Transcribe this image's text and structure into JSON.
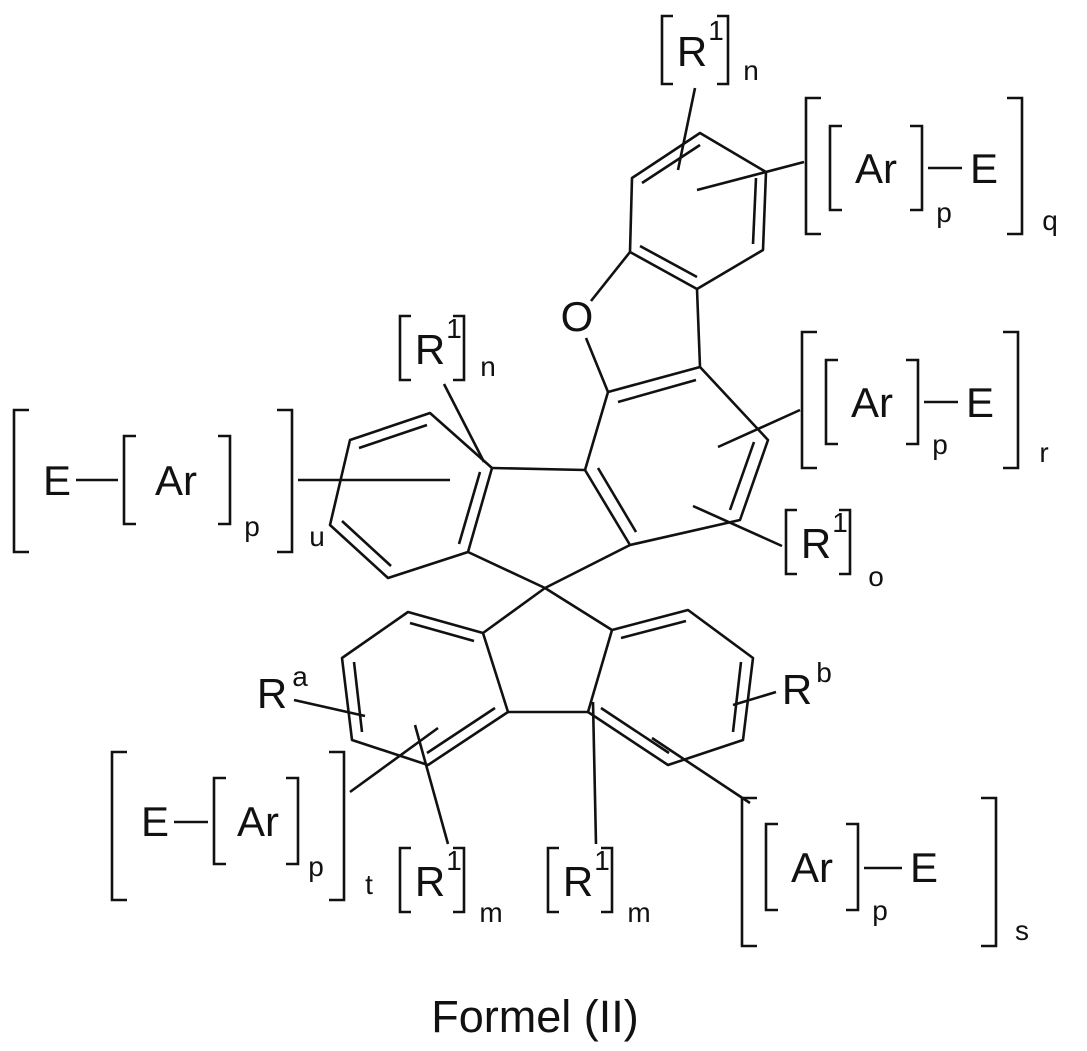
{
  "figure": {
    "caption": "Formel (II)"
  },
  "molecule": {
    "oxygen": "O"
  },
  "groups": {
    "r1_top": {
      "base": "R",
      "sup": "1",
      "sub": "n"
    },
    "r1_mid": {
      "base": "R",
      "sup": "1",
      "sub": "n"
    },
    "r1_o": {
      "base": "R",
      "sup": "1",
      "sub": "o"
    },
    "r1_m_left": {
      "base": "R",
      "sup": "1",
      "sub": "m"
    },
    "r1_m_right": {
      "base": "R",
      "sup": "1",
      "sub": "m"
    },
    "r_a": {
      "base": "R",
      "sup": "a"
    },
    "r_b": {
      "base": "R",
      "sup": "b"
    },
    "ar_q": {
      "ar": "Ar",
      "e": "E",
      "p": "p",
      "sub": "q"
    },
    "ar_r": {
      "ar": "Ar",
      "e": "E",
      "p": "p",
      "sub": "r"
    },
    "ar_s": {
      "ar": "Ar",
      "e": "E",
      "p": "p",
      "sub": "s"
    },
    "ar_t": {
      "e": "E",
      "ar": "Ar",
      "p": "p",
      "sub": "t"
    },
    "ar_u": {
      "e": "E",
      "ar": "Ar",
      "p": "p",
      "sub": "u"
    }
  }
}
